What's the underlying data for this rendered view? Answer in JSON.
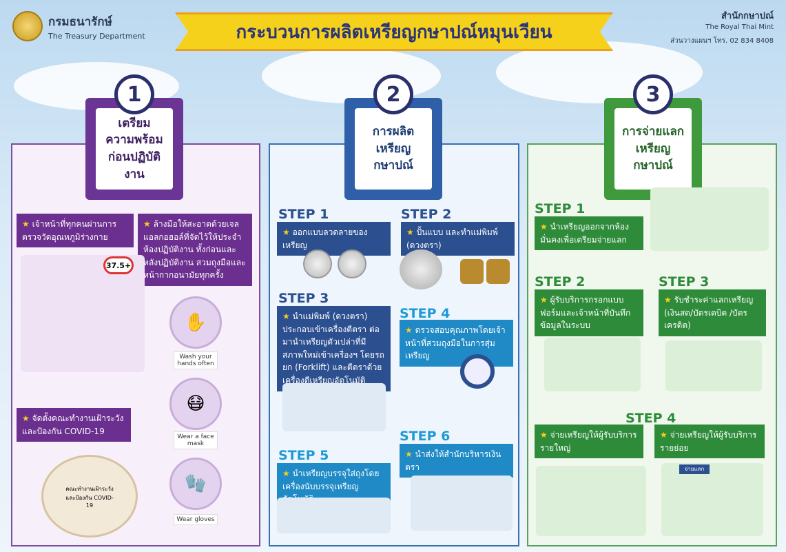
{
  "header": {
    "agency_th": "กรมธนารักษ์",
    "agency_en": "The Treasury Department",
    "title": "กระบวนการผลิตเหรียญกษาปณ์หมุนเวียน",
    "mint_th": "สำนักกษาปณ์",
    "mint_en": "The Royal Thai Mint",
    "mint_tel": "ส่วนวางแผนฯ โทร. 02 834 8408"
  },
  "colors": {
    "phase1": "#6b3595",
    "phase2": "#2f5fa8",
    "phase3": "#3f9a3e",
    "banner": "#f6d11c"
  },
  "phase1": {
    "number": "1",
    "title_l1": "เตรียม",
    "title_l2": "ความพร้อม",
    "title_l3": "ก่อนปฏิบัติงาน",
    "item1": "เจ้าหน้าที่ทุกคนผ่านการตรวจวัดอุณหภูมิร่างกาย",
    "item2": "ล้างมือให้สะอาดด้วยเจลแอลกอฮอล์ที่จัดไว้ให้ประจำห้องปฏิบัติงาน ทั้งก่อนและหลังปฏิบัติงาน สวมถุงมือและหน้ากากอนามัยทุกครั้ง",
    "item3": "จัดตั้งคณะทำงานเฝ้าระวังและป้องกัน COVID-19",
    "thermo": "37.5+",
    "cap_wash": "Wash your hands often",
    "cap_mask": "Wear a face mask",
    "cap_gloves": "Wear gloves",
    "table_label": "คณะทำงานเฝ้าระวังและป้องกัน COVID-19"
  },
  "phase2": {
    "number": "2",
    "title_l1": "การผลิต",
    "title_l2": "เหรียญกษาปณ์",
    "step1_label": "STEP 1",
    "step1": "ออกแบบลวดลายของเหรียญ",
    "step2_label": "STEP 2",
    "step2": "ปั้นแบบ และทำแม่พิมพ์ (ดวงตรา)",
    "step3_label": "STEP 3",
    "step3": "นำแม่พิมพ์ (ดวงตรา) ประกอบเข้าเครื่องตีตรา ต่อมานำเหรียญตัวเปล่าที่มีสภาพใหม่เข้าเครื่องฯ โดยรถยก (Forklift) และตีตราด้วยเครื่องตีเหรียญอัตโนมัติ",
    "step4_label": "STEP 4",
    "step4": "ตรวจสอบคุณภาพโดยเจ้าหน้าที่สวมถุงมือในการสุ่มเหรียญ",
    "step5_label": "STEP 5",
    "step5": "นำเหรียญบรรจุใส่ถุงโดยเครื่องนับบรรจุเหรียญอัตโนมัติ",
    "step6_label": "STEP 6",
    "step6": "นำส่งให้สำนักบริหารเงินตรา"
  },
  "phase3": {
    "number": "3",
    "title_l1": "การจ่ายแลก",
    "title_l2": "เหรียญกษาปณ์",
    "step1_label": "STEP 1",
    "step1": "นำเหรียญออกจากห้องมั่นคงเพื่อเตรียมจ่ายแลก",
    "step2_label": "STEP 2",
    "step2": "ผู้รับบริการกรอกแบบฟอร์มและเจ้าหน้าที่บันทึกข้อมูลในระบบ",
    "step3_label": "STEP 3",
    "step3": "รับชำระค่าแลกเหรียญ (เงินสด/บัตรเดบิต /บัตรเครดิต)",
    "step4_label": "STEP 4",
    "step4a": "จ่ายเหรียญให้ผู้รับบริการรายใหญ่",
    "step4b": "จ่ายเหรียญให้ผู้รับบริการรายย่อย",
    "counter_sign": "จ่ายแลก"
  }
}
